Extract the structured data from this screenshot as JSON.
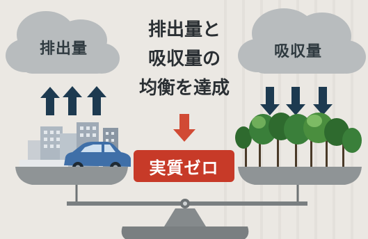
{
  "left_cloud": {
    "label": "排出量"
  },
  "right_cloud": {
    "label": "吸収量"
  },
  "center": {
    "line1": "排出量と",
    "line2": "吸収量の",
    "line3": "均衡を達成"
  },
  "badge": {
    "label": "実質ゼロ"
  },
  "icons": {
    "up_arrows": "arrow-up-icon",
    "down_arrows": "arrow-down-icon",
    "down_arrow_center": "arrow-down-icon",
    "buildings": "city-icon",
    "car": "car-icon",
    "trees": "tree-icon",
    "scale": "balance-scale-icon"
  },
  "colors": {
    "cloud": "#b8bcbe",
    "arrow_dark": "#1d3a50",
    "arrow_red": "#d14a34",
    "badge": "#c73a28",
    "car": "#3f6fa8",
    "tree": "#3a7f3a",
    "pan": "#8f9496"
  }
}
